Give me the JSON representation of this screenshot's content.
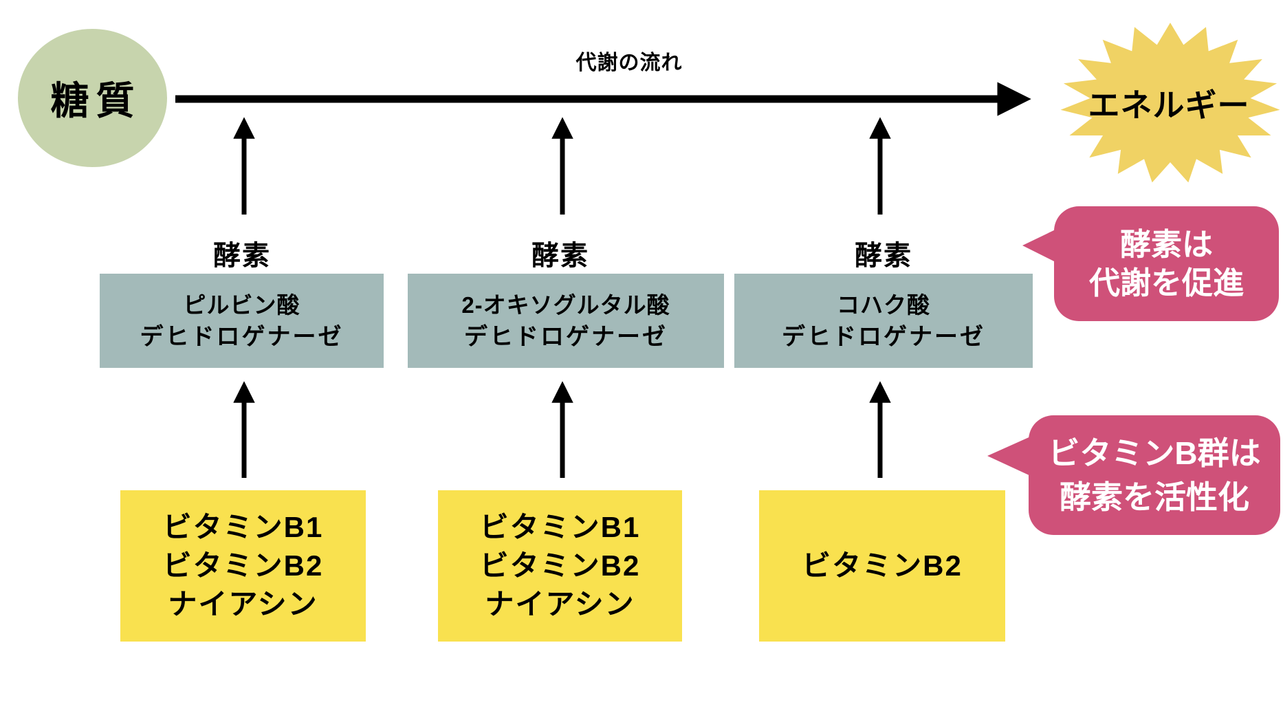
{
  "flow_label": "代謝の流れ",
  "source_node": {
    "label": "糖質"
  },
  "result_node": {
    "label": "エネルギー"
  },
  "groups": [
    {
      "enzyme_label": "酵素",
      "enzyme_name_line1": "ピルビン酸",
      "enzyme_name_line2": "デヒドロゲナーゼ",
      "vitamins": [
        "ビタミンB1",
        "ビタミンB2",
        "ナイアシン"
      ]
    },
    {
      "enzyme_label": "酵素",
      "enzyme_name_line1": "2-オキソグルタル酸",
      "enzyme_name_line2": "デヒドロゲナーゼ",
      "vitamins": [
        "ビタミンB1",
        "ビタミンB2",
        "ナイアシン"
      ]
    },
    {
      "enzyme_label": "酵素",
      "enzyme_name_line1": "コハク酸",
      "enzyme_name_line2": "デヒドロゲナーゼ",
      "vitamins": [
        "ビタミンB2"
      ]
    }
  ],
  "callouts": [
    {
      "line1": "酵素は",
      "line2": "代謝を促進"
    },
    {
      "line1": "ビタミンB群は",
      "line2": "酵素を活性化"
    }
  ],
  "colors": {
    "source_circle": "#c7d4ad",
    "enzyme_box": "#a3bab9",
    "vitamin_box": "#f9e14f",
    "starburst": "#f0d264",
    "callout": "#cf5179",
    "arrow": "#000000"
  }
}
